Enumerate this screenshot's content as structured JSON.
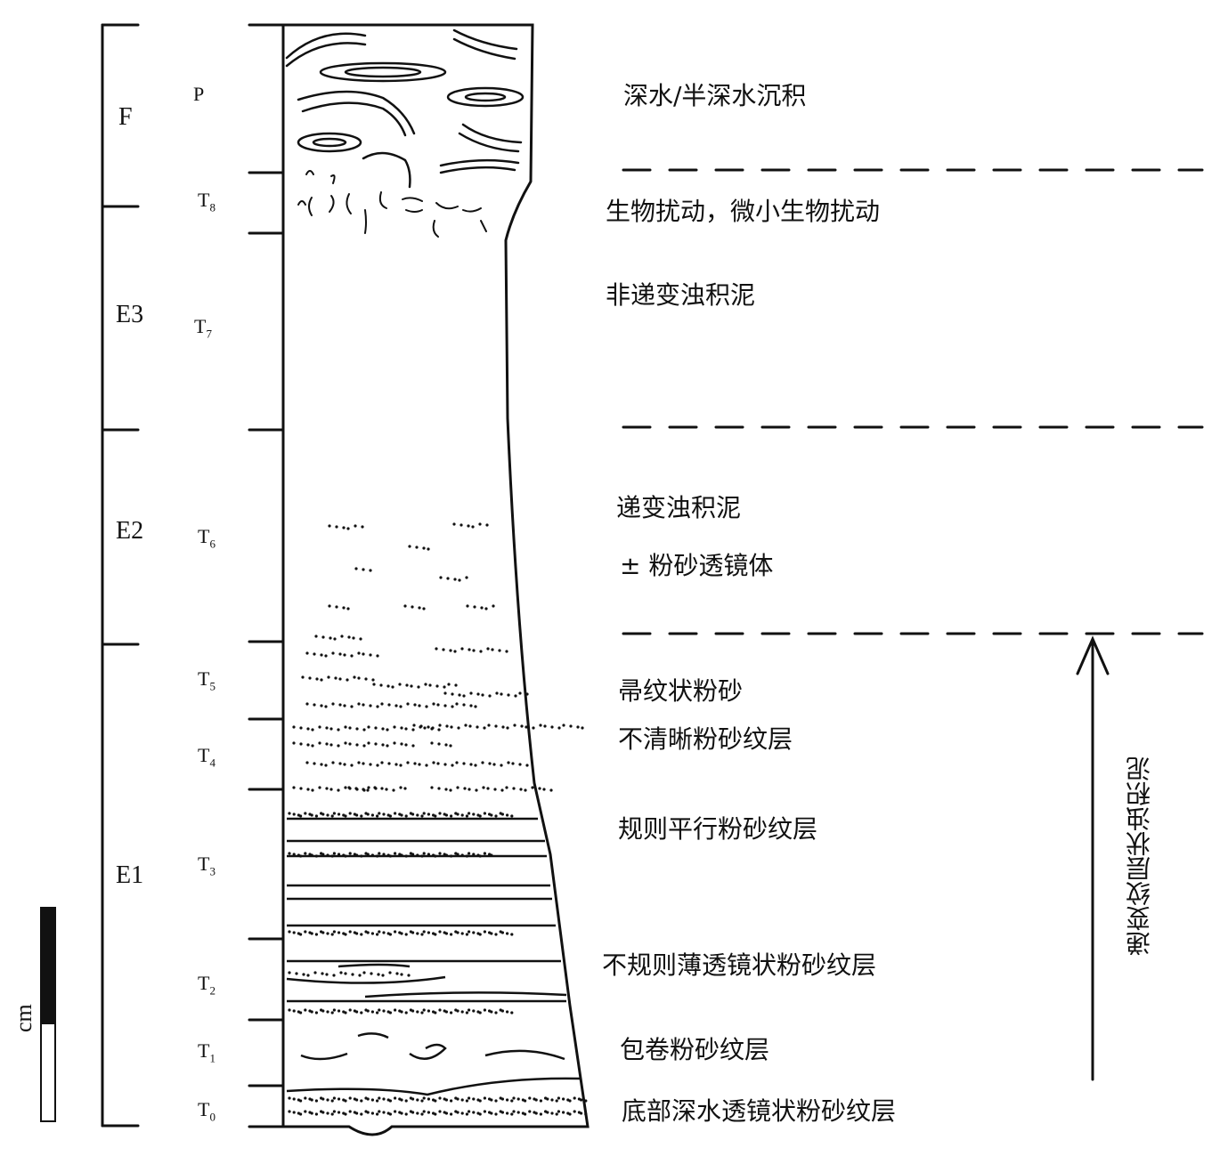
{
  "zones": [
    {
      "id": "F",
      "label": "F"
    },
    {
      "id": "E3",
      "label": "E3"
    },
    {
      "id": "E2",
      "label": "E2"
    },
    {
      "id": "E1",
      "label": "E1"
    }
  ],
  "units": [
    {
      "id": "P",
      "base": "P",
      "sub": ""
    },
    {
      "id": "T8",
      "base": "T",
      "sub": "8"
    },
    {
      "id": "T7",
      "base": "T",
      "sub": "7"
    },
    {
      "id": "T6",
      "base": "T",
      "sub": "6"
    },
    {
      "id": "T5",
      "base": "T",
      "sub": "5"
    },
    {
      "id": "T4",
      "base": "T",
      "sub": "4"
    },
    {
      "id": "T3",
      "base": "T",
      "sub": "3"
    },
    {
      "id": "T2",
      "base": "T",
      "sub": "2"
    },
    {
      "id": "T1",
      "base": "T",
      "sub": "1"
    },
    {
      "id": "T0",
      "base": "T",
      "sub": "0"
    }
  ],
  "descriptions": {
    "p": "深水/半深水沉积",
    "t8": "生物扰动，微小生物扰动",
    "t7": "非递变浊积泥",
    "t6a": "递变浊积泥",
    "t6b": "± 粉砂透镜体",
    "t5": "帚纹状粉砂",
    "t4": "不清晰粉砂纹层",
    "t3": "规则平行粉砂纹层",
    "t2": "不规则薄透镜状粉砂纹层",
    "t1": "包卷粉砂纹层",
    "t0": "底部深水透镜状粉砂纹层"
  },
  "arrow_label": "递变纹层状浊积泥",
  "scale_unit": "cm"
}
